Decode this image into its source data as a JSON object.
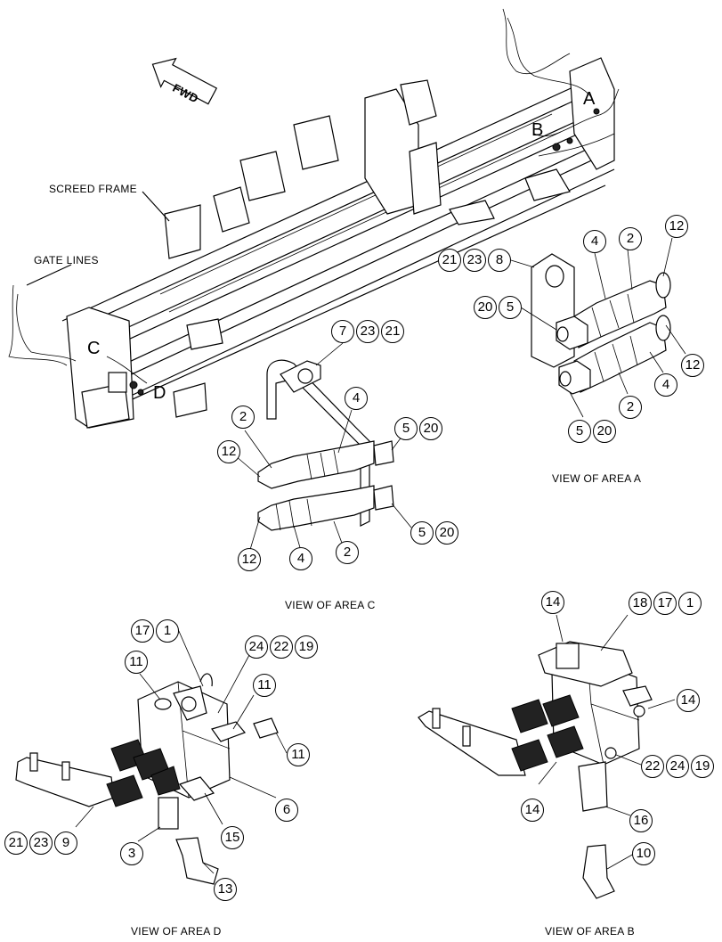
{
  "labels": {
    "fwd": "FWD",
    "screed_frame": "SCREED FRAME",
    "gate_lines": "GATE LINES",
    "area_a": "A",
    "area_b": "B",
    "area_c": "C",
    "area_d": "D",
    "view_a": "VIEW OF AREA A",
    "view_b": "VIEW OF AREA B",
    "view_c": "VIEW OF AREA C",
    "view_d": "VIEW OF AREA D"
  },
  "callouts": {
    "view_a": [
      "21",
      "23",
      "8",
      "4",
      "2",
      "12",
      "20",
      "5",
      "12",
      "4",
      "2",
      "5",
      "20"
    ],
    "view_c": [
      "7",
      "23",
      "21",
      "4",
      "2",
      "5",
      "20",
      "12",
      "12",
      "4",
      "2",
      "5",
      "20"
    ],
    "view_d": [
      "17",
      "1",
      "24",
      "22",
      "19",
      "11",
      "11",
      "11",
      "6",
      "15",
      "13",
      "3",
      "21",
      "23",
      "9"
    ],
    "view_b": [
      "14",
      "18",
      "17",
      "1",
      "14",
      "22",
      "24",
      "19",
      "14",
      "16",
      "10"
    ]
  }
}
